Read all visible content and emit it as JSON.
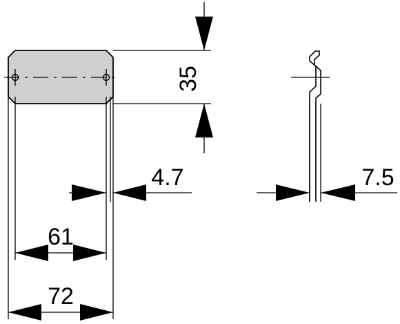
{
  "dimensions": {
    "height": "35",
    "left_gap": "4.7",
    "width_inner": "61",
    "width_outer": "72",
    "right_gap": "7.5"
  }
}
